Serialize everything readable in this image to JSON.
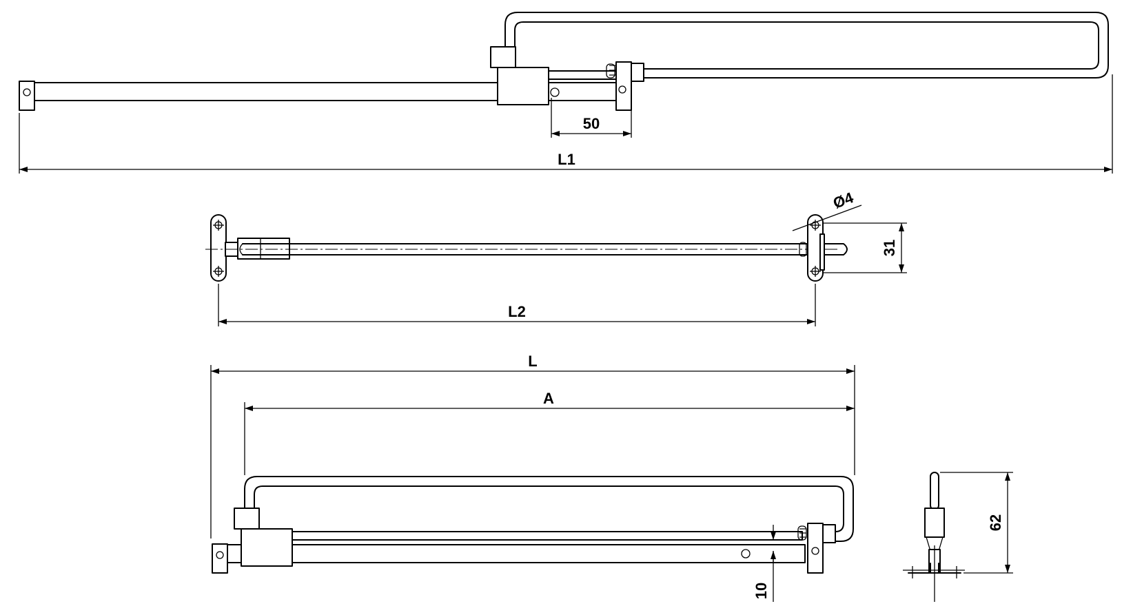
{
  "colors": {
    "line": "#000000",
    "background": "#ffffff"
  },
  "dimensions": {
    "slot_distance": "50",
    "overall_extended": "L1",
    "mounting_distance": "L2",
    "hole_diameter": "Ø4",
    "bracket_height": "31",
    "overall_length": "L",
    "rail_length": "A",
    "rail_offset": "10",
    "side_height": "62"
  }
}
